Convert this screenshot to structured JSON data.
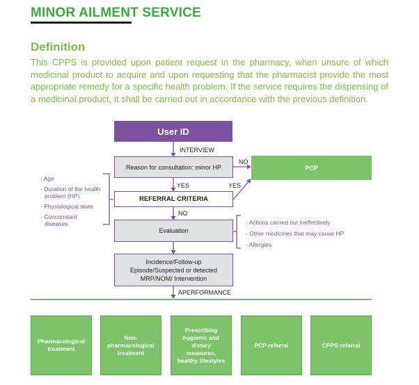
{
  "header": {
    "title": "MINOR AILMENT SERVICE",
    "section_heading": "Definition",
    "definition": "This CPPS is provided upon patient request in the pharmacy, when unsure of which medicinal product to acquire and upon requesting that the pharmacist provide the most appropriate remedy for a specific health problem. If the service requires the dispensing of a medicinal product, it shall be carried out in accordance with the previous definition."
  },
  "flow": {
    "user_id": "User ID",
    "interview_label": "INTERVIEW",
    "reason_box": "Reason for consultation: minor HP",
    "no_label_1": "NO",
    "pcp_box": "PCP",
    "yes_label_1": "YES",
    "yes_label_2": "YES",
    "referral_criteria": "REFERRAL CRITERIA",
    "no_label_2": "NO",
    "evaluation_box": "Evaluation",
    "incidence_box": "Incidence/Follow-up Episode/Suspected or detected MRP/NOM/ Intervention",
    "performance_label": "APERFORMANCE"
  },
  "left_criteria": [
    "Age",
    "Duration of the health problem (HP)",
    "Physiological state",
    "Concomitant diseases"
  ],
  "right_criteria": [
    "Actions carried out ineffectively",
    "Other medicines that may cause HP",
    "Allergies"
  ],
  "outcomes": [
    "Pharmacological treatment",
    "Non-pharmacological treatment",
    "Prescribing hygienic and dietary measures, healthy lifestyles",
    "PCP referral",
    "CPPS referral"
  ],
  "colors": {
    "title_green": "#3aab3a",
    "text_green": "#7ac142",
    "purple": "#7d52a0",
    "box_grey": "#e0e1e3",
    "outcome_green": "#7cc36a"
  }
}
